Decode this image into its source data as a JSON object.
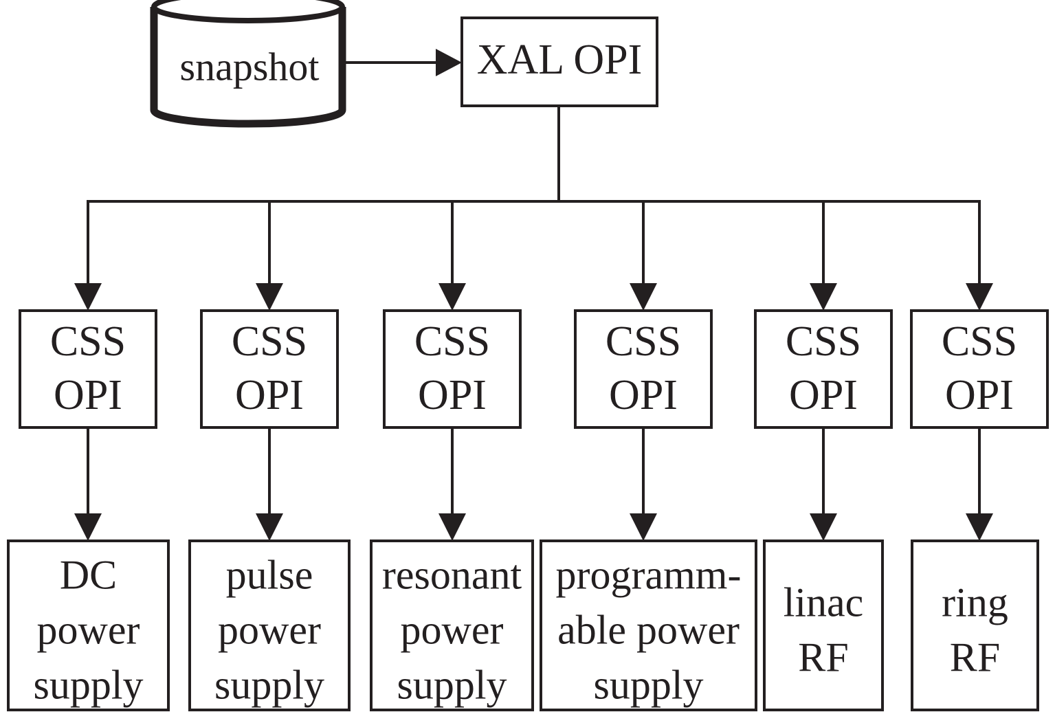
{
  "diagram": {
    "type": "hierarchy",
    "colors": {
      "stroke": "#231f20",
      "fill": "#ffffff",
      "text": "#231f20"
    },
    "source": {
      "id": "snapshot",
      "shape": "cylinder",
      "lines": [
        "snapshot"
      ]
    },
    "root": {
      "id": "xal-opi",
      "lines": [
        "XAL OPI"
      ]
    },
    "middle": [
      {
        "id": "css-opi-1",
        "lines": [
          "CSS",
          "OPI"
        ]
      },
      {
        "id": "css-opi-2",
        "lines": [
          "CSS",
          "OPI"
        ]
      },
      {
        "id": "css-opi-3",
        "lines": [
          "CSS",
          "OPI"
        ]
      },
      {
        "id": "css-opi-4",
        "lines": [
          "CSS",
          "OPI"
        ]
      },
      {
        "id": "css-opi-5",
        "lines": [
          "CSS",
          "OPI"
        ]
      },
      {
        "id": "css-opi-6",
        "lines": [
          "CSS",
          "OPI"
        ]
      }
    ],
    "leaves": [
      {
        "id": "dc-power-supply",
        "lines": [
          "DC",
          "power",
          "supply"
        ]
      },
      {
        "id": "pulse-power-supply",
        "lines": [
          "pulse",
          "power",
          "supply"
        ]
      },
      {
        "id": "resonant-power-supply",
        "lines": [
          "resonant",
          "power",
          "supply"
        ]
      },
      {
        "id": "programmable-power-supply",
        "lines": [
          "programm-",
          "able power",
          "supply"
        ]
      },
      {
        "id": "linac-rf",
        "lines": [
          "linac",
          "RF"
        ]
      },
      {
        "id": "ring-rf",
        "lines": [
          "ring",
          "RF"
        ]
      }
    ],
    "edges": [
      {
        "from": "snapshot",
        "to": "xal-opi"
      },
      {
        "from": "xal-opi",
        "to": "css-opi-1"
      },
      {
        "from": "xal-opi",
        "to": "css-opi-2"
      },
      {
        "from": "xal-opi",
        "to": "css-opi-3"
      },
      {
        "from": "xal-opi",
        "to": "css-opi-4"
      },
      {
        "from": "xal-opi",
        "to": "css-opi-5"
      },
      {
        "from": "xal-opi",
        "to": "css-opi-6"
      },
      {
        "from": "css-opi-1",
        "to": "dc-power-supply"
      },
      {
        "from": "css-opi-2",
        "to": "pulse-power-supply"
      },
      {
        "from": "css-opi-3",
        "to": "resonant-power-supply"
      },
      {
        "from": "css-opi-4",
        "to": "programmable-power-supply"
      },
      {
        "from": "css-opi-5",
        "to": "linac-rf"
      },
      {
        "from": "css-opi-6",
        "to": "ring-rf"
      }
    ]
  }
}
